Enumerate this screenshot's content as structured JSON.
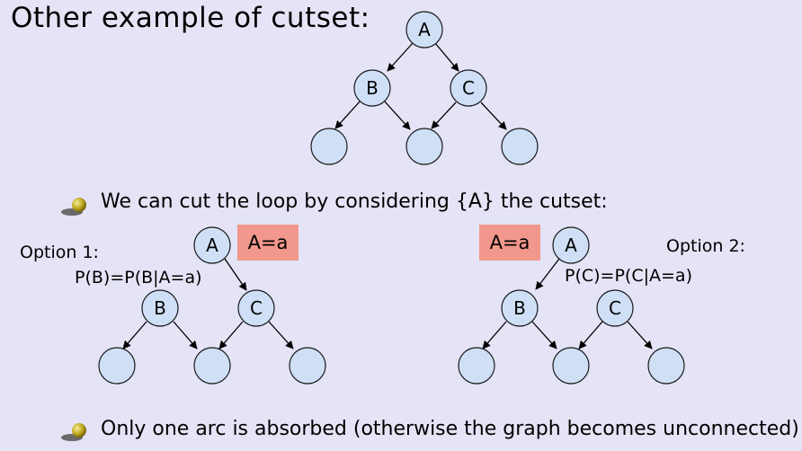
{
  "title": "Other example of cutset:",
  "bullets": [
    "We can cut the loop by considering {A} the cutset:",
    "Only one arc is absorbed (otherwise the graph becomes unconnected)"
  ],
  "option1": {
    "label": "Option 1:",
    "condition": "P(B)=P(B|A=a)",
    "tag": "A=a"
  },
  "option2": {
    "label": "Option 2:",
    "condition": "P(C)=P(C|A=a)",
    "tag": "A=a"
  },
  "nodes": {
    "a": "A",
    "b": "B",
    "c": "C"
  },
  "colors": {
    "background": "#e4e4f6",
    "node_fill": "#cfe0f6",
    "tag_fill": "#f2978c",
    "bullet": "#b8a020"
  }
}
